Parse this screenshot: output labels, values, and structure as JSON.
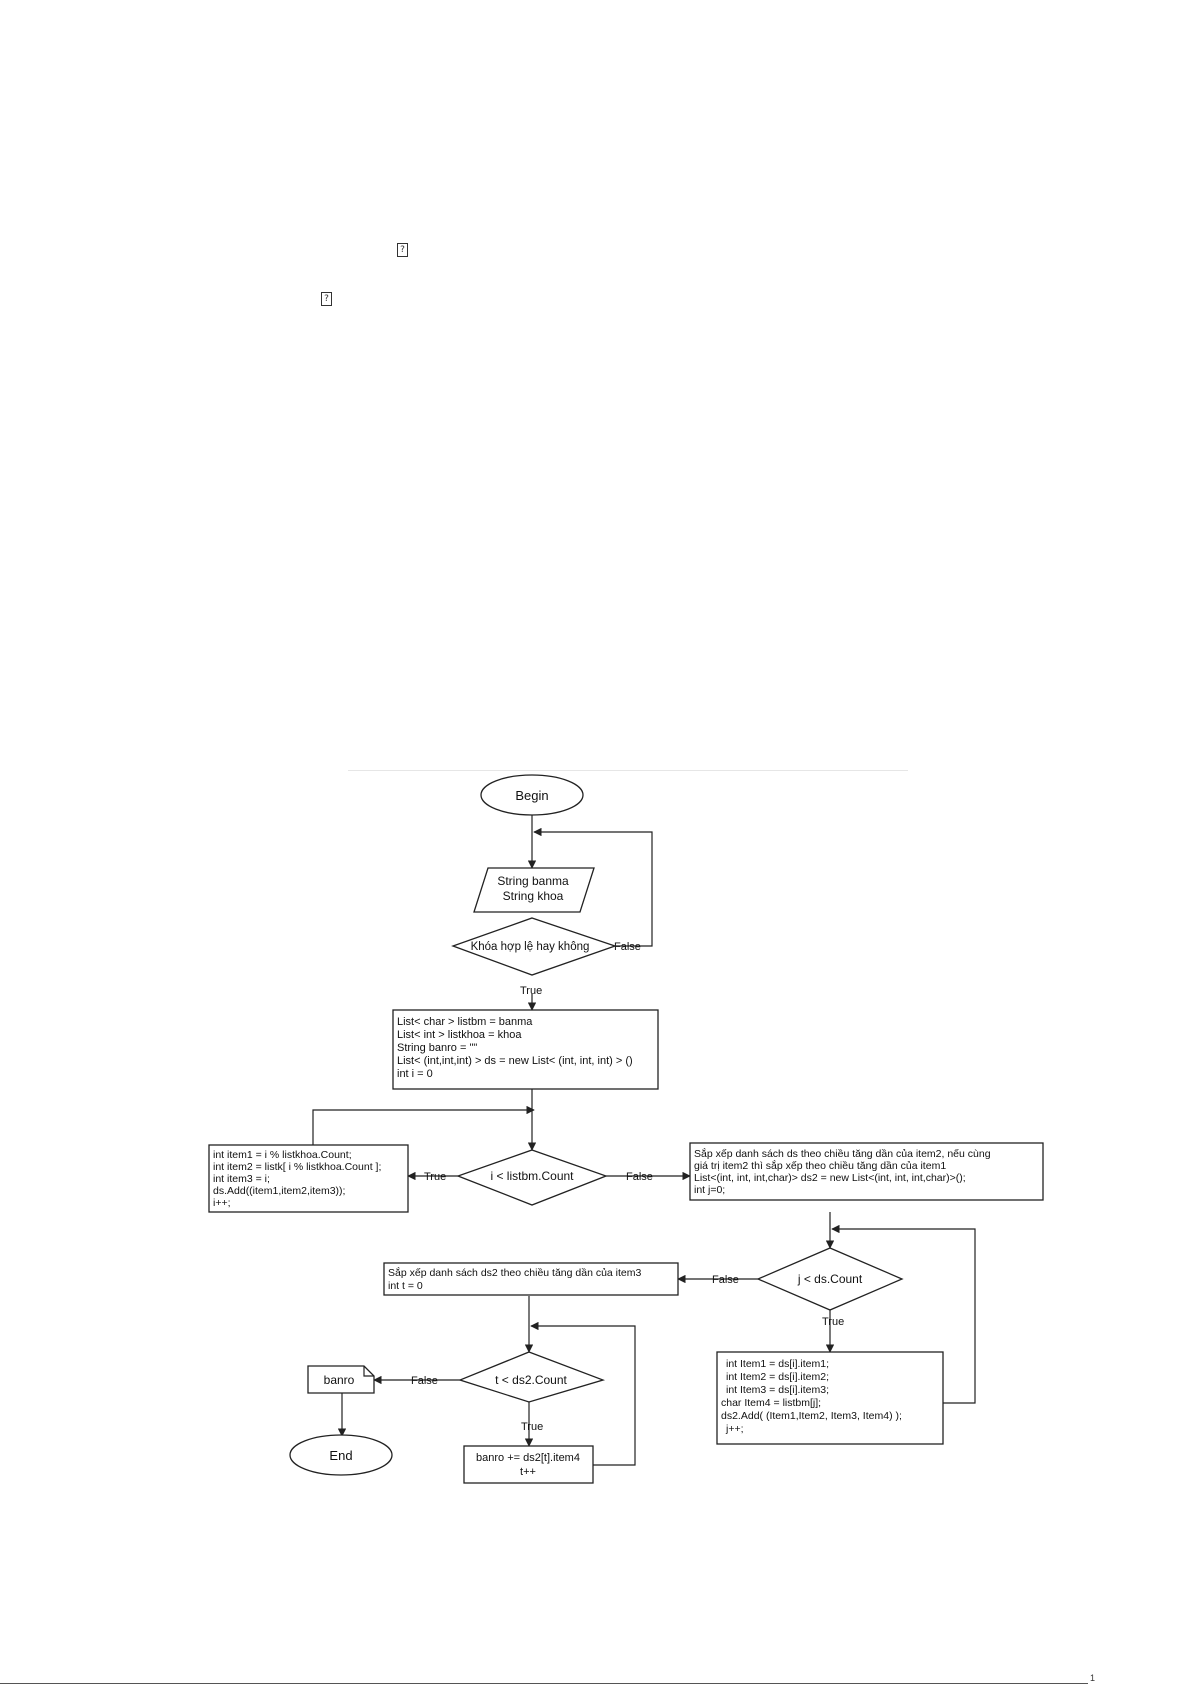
{
  "page": {
    "glyphs": [
      "?",
      "?"
    ],
    "page_number": "1"
  },
  "flowchart": {
    "begin": "Begin",
    "input": [
      "String banma",
      "String khoa"
    ],
    "check_key": "Khóa hợp lệ hay không",
    "false_label": "False",
    "true_label": "True",
    "init": [
      "List< char > listbm = banma",
      "List< int > listkhoa = khoa",
      "String banro = \"\"",
      "List< (int,int,int) > ds = new List< (int, int, int) > ()",
      "int i = 0"
    ],
    "loop1_cond": "i < listbm.Count",
    "loop1_body": [
      "int item1 = i % listkhoa.Count;",
      "int item2 = listk[ i % listkhoa.Count ];",
      "int item3 = i;",
      "ds.Add((item1,item2,item3));",
      "i++;"
    ],
    "sort1": [
      "Sắp xếp danh sách ds theo chiều tăng dần của item2, nếu cùng",
      "giá trị item2 thì sắp xếp theo chiều tăng dần của item1",
      "List<(int, int, int,char)> ds2 = new List<(int, int, int,char)>();",
      "int j=0;"
    ],
    "loop2_cond": "j < ds.Count",
    "loop2_body": [
      "int  Item1 = ds[i].item1;",
      "int  Item2 = ds[i].item2;",
      "int  Item3 = ds[i].item3;",
      "char Item4 = listbm[j];",
      "ds2.Add( (Item1,Item2, Item3, Item4) );",
      "j++;"
    ],
    "sort2": [
      "Sắp xếp danh sách ds2 theo chiều tăng dần của item3",
      "int t = 0"
    ],
    "loop3_cond": "t < ds2.Count",
    "loop3_body": [
      "banro += ds2[t].item4",
      "t++"
    ],
    "output": "banro",
    "end": "End"
  }
}
